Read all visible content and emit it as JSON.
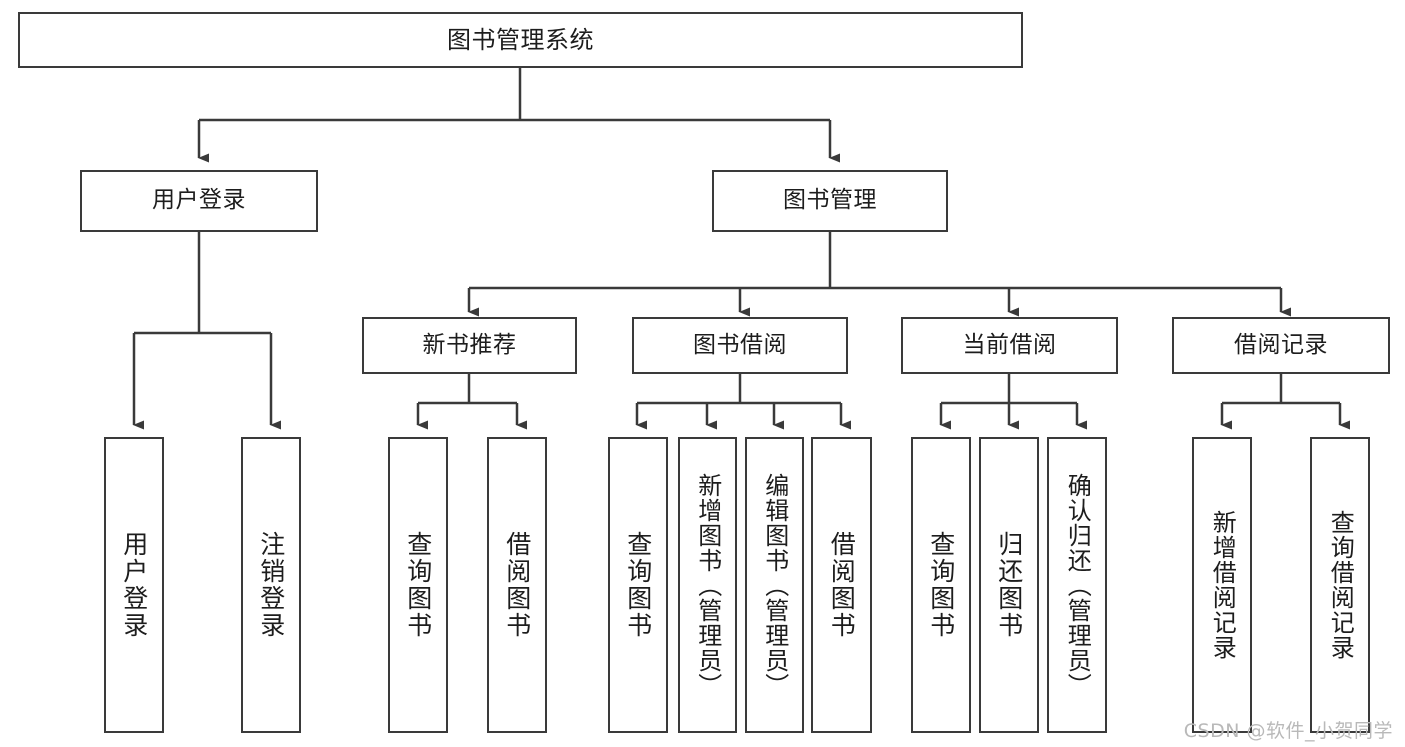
{
  "diagram": {
    "title": "图书管理系统",
    "type": "hierarchy-tree",
    "colors": {
      "box_border": "#3a3a3a",
      "box_fill": "#ffffff",
      "line": "#3a3a3a",
      "text": "#1d1d1d",
      "watermark": "#b9b9b9",
      "background": "#ffffff"
    },
    "root": {
      "label": "图书管理系统"
    },
    "level2": [
      {
        "label": "用户登录"
      },
      {
        "label": "图书管理"
      }
    ],
    "level3": [
      {
        "label": "新书推荐"
      },
      {
        "label": "图书借阅"
      },
      {
        "label": "当前借阅"
      },
      {
        "label": "借阅记录"
      }
    ],
    "leaves": {
      "user_login": [
        {
          "label": "用户登录"
        },
        {
          "label": "注销登录"
        }
      ],
      "new_books": [
        {
          "label": "查询图书"
        },
        {
          "label": "借阅图书"
        }
      ],
      "book_borrow": [
        {
          "label": "查询图书"
        },
        {
          "label": "新增图书（管理员）"
        },
        {
          "label": "编辑图书（管理员）"
        },
        {
          "label": "借阅图书"
        }
      ],
      "current_borrow": [
        {
          "label": "查询图书"
        },
        {
          "label": "归还图书"
        },
        {
          "label": "确认归还（管理员）"
        }
      ],
      "borrow_records": [
        {
          "label": "新增借阅记录"
        },
        {
          "label": "查询借阅记录"
        }
      ]
    }
  },
  "watermark": {
    "text": "CSDN @软件_小贺同学"
  }
}
